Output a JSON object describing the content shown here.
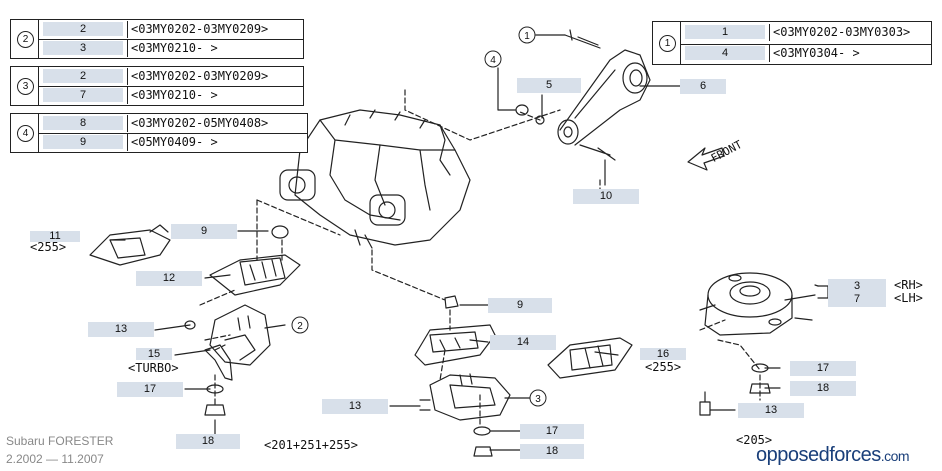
{
  "tables": [
    {
      "circle": "2",
      "rows": [
        {
          "part": "2",
          "range": "<03MY0202-03MY0209>"
        },
        {
          "part": "3",
          "range": "<03MY0210-         >"
        }
      ]
    },
    {
      "circle": "3",
      "rows": [
        {
          "part": "2",
          "range": "<03MY0202-03MY0209>"
        },
        {
          "part": "7",
          "range": "<03MY0210-         >"
        }
      ]
    },
    {
      "circle": "4",
      "rows": [
        {
          "part": "8",
          "range": "<03MY0202-05MY0408>"
        },
        {
          "part": "9",
          "range": "<05MY0409-         >"
        }
      ]
    },
    {
      "circle": "1",
      "rows": [
        {
          "part": "1",
          "range": "<03MY0202-03MY0303>"
        },
        {
          "part": "4",
          "range": "<03MY0304-         >"
        }
      ]
    }
  ],
  "callouts": [
    "1",
    "4",
    "5",
    "6",
    "10",
    "9",
    "11",
    "12",
    "13",
    "15",
    "17",
    "18",
    "2",
    "9",
    "14",
    "13",
    "3",
    "17",
    "18",
    "16",
    "3",
    "7",
    "17",
    "18",
    "13"
  ],
  "circles": [
    "1",
    "4",
    "2",
    "3"
  ],
  "notes": [
    "<255>",
    "<TURBO>",
    "<255>",
    "<RH>",
    "<LH>",
    "<201+251+255>",
    "<205>",
    "FRONT"
  ],
  "caption": {
    "model": "Subaru FORESTER",
    "years": "2.2002 — 11.2007"
  },
  "brand": {
    "name": "opposedforces",
    "domain": ".com"
  }
}
